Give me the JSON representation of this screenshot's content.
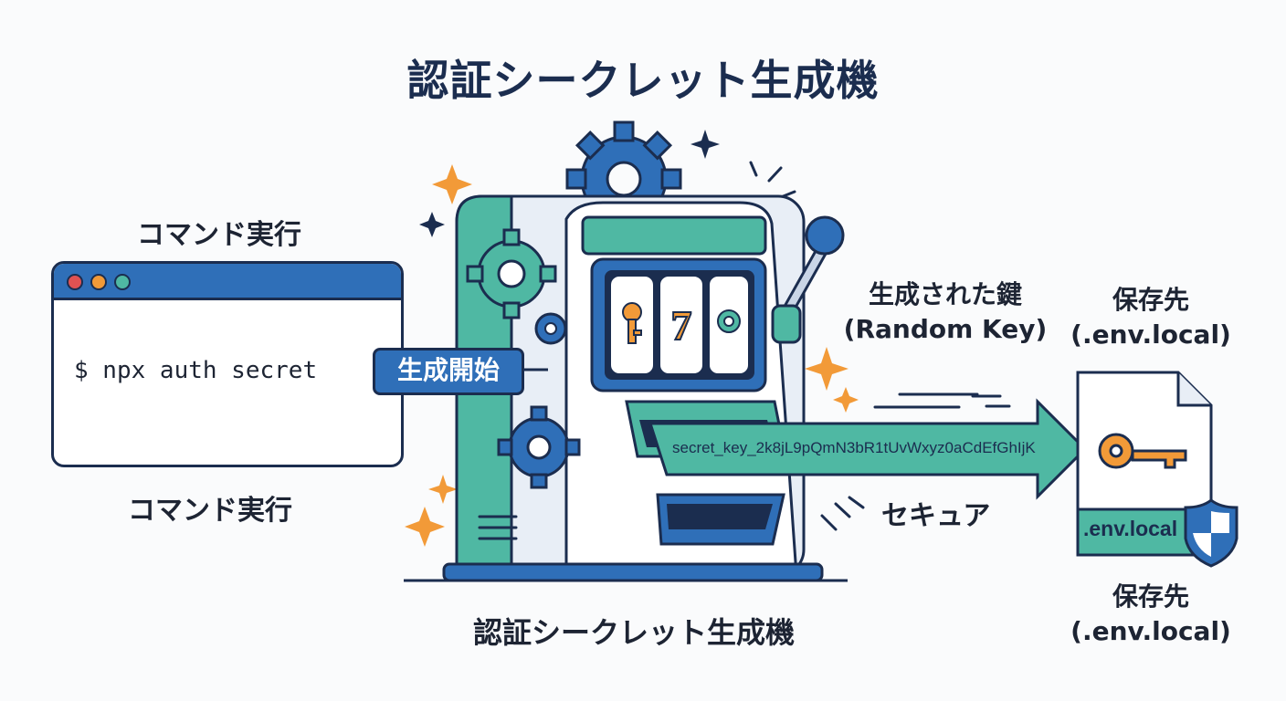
{
  "title": "認証シークレット生成機",
  "command": {
    "label_top": "コマンド実行",
    "label_bottom": "コマンド実行",
    "terminal_text": "$ npx auth secret"
  },
  "start_button": "生成開始",
  "machine_label": "認証シークレット生成機",
  "generated_key": {
    "label_line1": "生成された鍵",
    "label_line2": "(Random Key)",
    "value": "secret_key_2k8jL9pQmN3bR1tUvWxyz0aCdEfGhIjK"
  },
  "secure_label": "セキュア",
  "save_destination": {
    "top_line1": "保存先",
    "top_line2": "(.env.local)",
    "bottom_line1": "保存先",
    "bottom_line2": "(.env.local)",
    "file_label": ".env.local"
  },
  "colors": {
    "navy": "#1b2d4f",
    "blue": "#2f6fb8",
    "teal": "#4fb8a3",
    "orange": "#f29a38"
  }
}
